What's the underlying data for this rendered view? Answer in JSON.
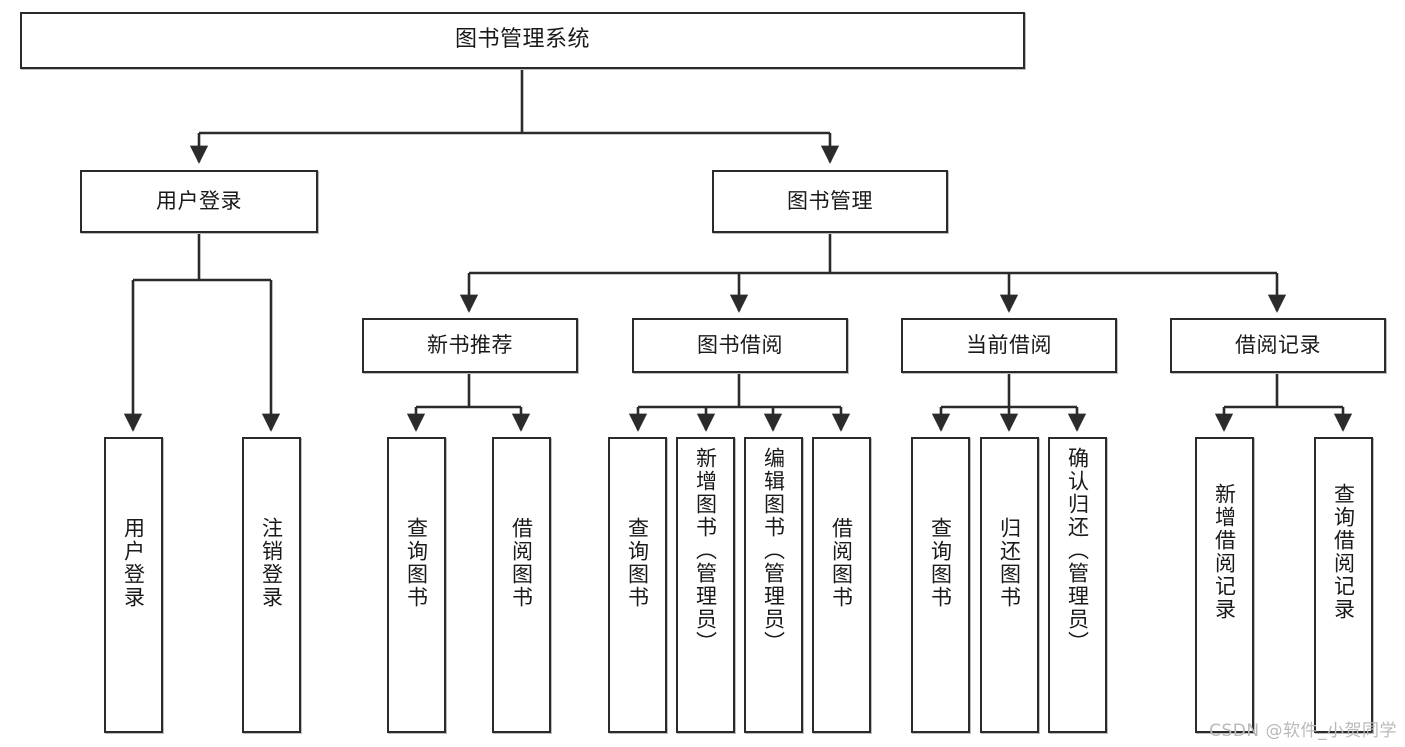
{
  "diagram": {
    "title": "图书管理系统",
    "type": "tree-hierarchy-diagram",
    "colors": {
      "stroke": "#2b2b2b",
      "fill": "#ffffff",
      "text": "#1a1a1a",
      "watermark": "#b9b9b9"
    },
    "nodes": {
      "root": {
        "label": "图书管理系统"
      },
      "level1": [
        {
          "id": "user-login",
          "label": "用户登录"
        },
        {
          "id": "book-manage",
          "label": "图书管理"
        }
      ],
      "level2": [
        {
          "id": "new-book-recommend",
          "label": "新书推荐"
        },
        {
          "id": "book-borrow",
          "label": "图书借阅"
        },
        {
          "id": "current-borrow",
          "label": "当前借阅"
        },
        {
          "id": "borrow-record",
          "label": "借阅记录"
        }
      ],
      "leaves": {
        "user-login": [
          {
            "id": "leaf-user-login",
            "label": "用户登录"
          },
          {
            "id": "leaf-logout-login",
            "label": "注销登录"
          }
        ],
        "new-book-recommend": [
          {
            "id": "leaf-query-book-1",
            "label": "查询图书"
          },
          {
            "id": "leaf-borrow-book-1",
            "label": "借阅图书"
          }
        ],
        "book-borrow": [
          {
            "id": "leaf-query-book-2",
            "label": "查询图书"
          },
          {
            "id": "leaf-add-book",
            "label": "新增图书（管理员）"
          },
          {
            "id": "leaf-edit-book",
            "label": "编辑图书（管理员）"
          },
          {
            "id": "leaf-borrow-book-2",
            "label": "借阅图书"
          }
        ],
        "current-borrow": [
          {
            "id": "leaf-query-book-3",
            "label": "查询图书"
          },
          {
            "id": "leaf-return-book",
            "label": "归还图书"
          },
          {
            "id": "leaf-confirm-return",
            "label": "确认归还（管理员）"
          }
        ],
        "borrow-record": [
          {
            "id": "leaf-add-record",
            "label": "新增借阅记录"
          },
          {
            "id": "leaf-query-record",
            "label": "查询借阅记录"
          }
        ]
      }
    },
    "watermark": "CSDN @软件_小贺同学"
  }
}
